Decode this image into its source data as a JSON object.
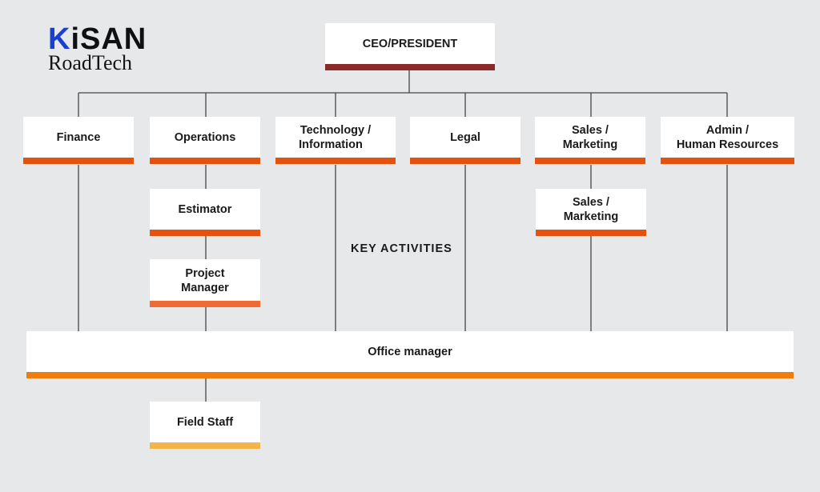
{
  "logo": {
    "brand_first_letter": "K",
    "brand_rest": "iSAN",
    "brand_sub": "RoadTech"
  },
  "colors": {
    "background": "#e7e8ea",
    "ceo_bar": "#8b2a2a",
    "dept_bar": "#e5520f",
    "pm_bar": "#f06a35",
    "office_bar": "#f07d0f",
    "field_bar": "#f3b54a",
    "line": "#444444"
  },
  "nodes": {
    "ceo": "CEO/PRESIDENT",
    "finance": "Finance",
    "operations": "Operations",
    "technology_line1": "Technology /",
    "technology_line2": "Information",
    "legal": "Legal",
    "sales_line1": "Sales /",
    "sales_line2": "Marketing",
    "admin_line1": "Admin /",
    "admin_line2": "Human Resources",
    "estimator": "Estimator",
    "project_manager_line1": "Project",
    "project_manager_line2": "Manager",
    "sub_sales_line1": "Sales /",
    "sub_sales_line2": "Marketing",
    "office_manager": "Office manager",
    "field_staff": "Field Staff"
  },
  "annotations": {
    "key_activities": "KEY ACTIVITIES"
  }
}
